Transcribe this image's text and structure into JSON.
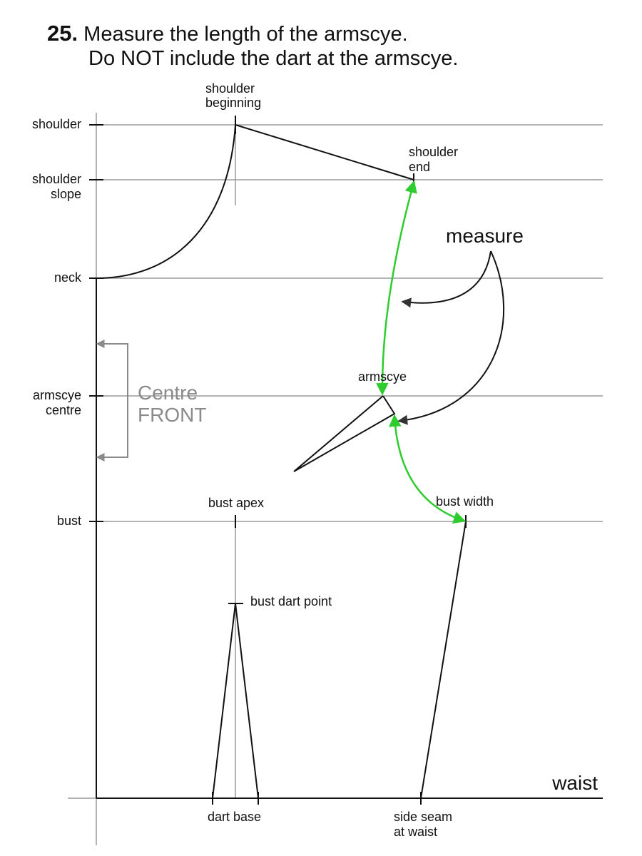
{
  "title": {
    "number": "25.",
    "line1": "Measure the length of the armscye.",
    "line2": "Do NOT include the dart at the armscye."
  },
  "levels": {
    "shoulder": "shoulder",
    "shoulder_slope_1": "shoulder",
    "shoulder_slope_2": "slope",
    "neck": "neck",
    "armscye_centre_1": "armscye",
    "armscye_centre_2": "centre",
    "bust": "bust",
    "waist": "waist"
  },
  "points": {
    "shoulder_beginning_1": "shoulder",
    "shoulder_beginning_2": "beginning",
    "shoulder_end_1": "shoulder",
    "shoulder_end_2": "end",
    "armscye": "armscye",
    "bust_apex": "bust apex",
    "bust_width": "bust width",
    "bust_dart_point": "bust dart point",
    "dart_base": "dart base",
    "side_seam_1": "side seam",
    "side_seam_2": "at waist"
  },
  "annotations": {
    "measure": "measure",
    "centre_front_1": "Centre",
    "centre_front_2": "FRONT"
  },
  "colors": {
    "grid": "#9a9a9a",
    "outline": "#111111",
    "measure_arrow": "#2ecc2e",
    "pointer_arrow": "#333333"
  }
}
